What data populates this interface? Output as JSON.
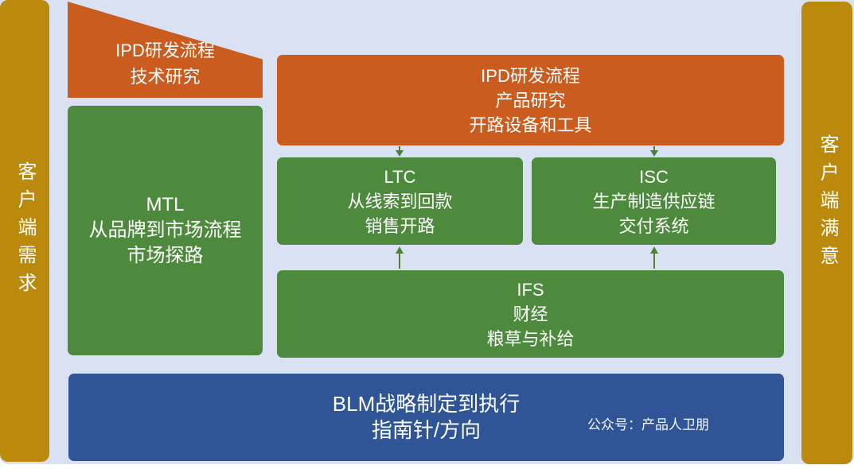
{
  "colors": {
    "background": "#D9E1F3",
    "gold": "#BB8A0D",
    "orange": "#C95C1E",
    "green": "#4E8A3D",
    "blue": "#2F5596",
    "arrow": "#4A8237",
    "text": "#FFFFFF"
  },
  "sidebars": {
    "left": {
      "label": "客户端需求"
    },
    "right": {
      "label": "客户端满意"
    }
  },
  "boxes": {
    "tech_research": {
      "lines": [
        "IPD研发流程",
        "技术研究"
      ]
    },
    "product_research": {
      "lines": [
        "IPD研发流程",
        "产品研究",
        "开路设备和工具"
      ]
    },
    "mtl": {
      "lines": [
        "MTL",
        "从品牌到市场流程",
        "市场探路"
      ]
    },
    "ltc": {
      "lines": [
        "LTC",
        "从线索到回款",
        "销售开路"
      ]
    },
    "isc": {
      "lines": [
        "ISC",
        "生产制造供应链",
        "交付系统"
      ]
    },
    "ifs": {
      "lines": [
        "IFS",
        "财经",
        "粮草与补给"
      ]
    },
    "blm": {
      "lines": [
        "BLM战略制定到执行",
        "指南针/方向"
      ]
    }
  },
  "watermark": {
    "text": "公众号：产品人卫朋"
  }
}
